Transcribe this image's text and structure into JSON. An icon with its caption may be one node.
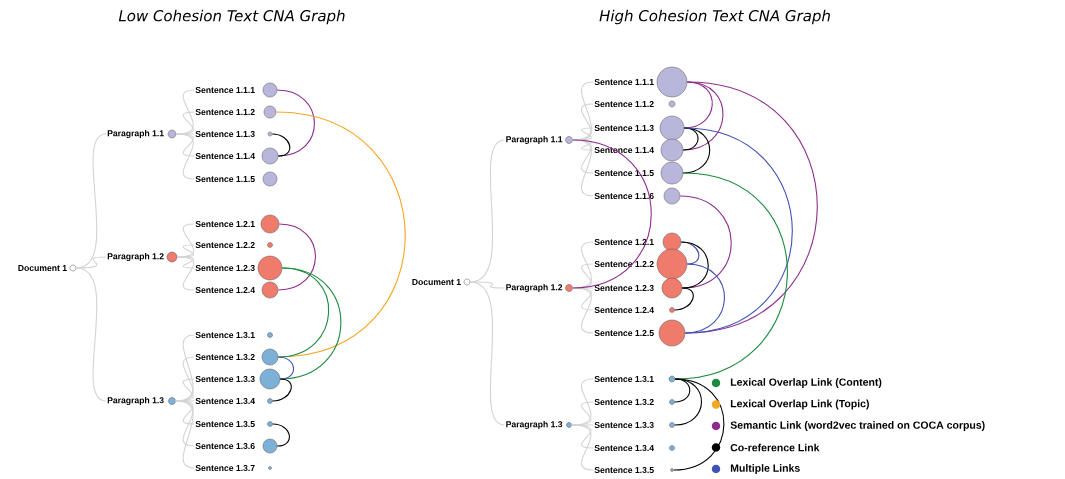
{
  "diagram": {
    "nodes": [
      {
        "text": [
          "Document 1"
        ]
      },
      {
        "text": [
          "Paragraph 1.1"
        ]
      },
      {
        "text": [
          "Sentence 1.1.1"
        ]
      },
      {
        "text": [
          "Sentence 1.1.2"
        ]
      },
      {
        "text": [
          "Sentence 1.1.3"
        ]
      },
      {
        "text": [
          "Sentence 1.1.4"
        ]
      },
      {
        "text": [
          "Sentence 1.1.5"
        ]
      },
      {
        "text": [
          "Paragraph 1.2"
        ]
      },
      {
        "text": [
          "Sentence 1.2.1"
        ]
      },
      {
        "text": [
          "Sentence 1.2.2"
        ]
      },
      {
        "text": [
          "Sentence 1.2.3"
        ]
      },
      {
        "text": [
          "Sentence 1.2.4"
        ]
      },
      {
        "text": [
          "Paragraph 1.3"
        ]
      },
      {
        "text": [
          "Sentence 1.3.1"
        ]
      },
      {
        "text": [
          "Sentence 1.3.2"
        ]
      },
      {
        "text": [
          "Sentence 1.3.3"
        ]
      },
      {
        "text": [
          "Sentence 1.3.4"
        ]
      },
      {
        "text": [
          "Sentence 1.3.5"
        ]
      },
      {
        "text": [
          "Sentence 1.3.6"
        ]
      },
      {
        "text": [
          "Sentence 1.3.7"
        ]
      },
      {
        "text": [
          "Document 1"
        ]
      },
      {
        "text": [
          "Paragraph 1.1"
        ]
      },
      {
        "text": [
          "Sentence 1.1.1"
        ]
      },
      {
        "text": [
          "Sentence 1.1.2"
        ]
      },
      {
        "text": [
          "Sentence 1.1.3"
        ]
      },
      {
        "text": [
          "Sentence 1.1.4"
        ]
      },
      {
        "text": [
          "Sentence 1.1.5"
        ]
      },
      {
        "text": [
          "Sentence 1.1.6"
        ]
      },
      {
        "text": [
          "Paragraph 1.2"
        ]
      },
      {
        "text": [
          "Sentence 1.2.1"
        ]
      },
      {
        "text": [
          "Sentence 1.2.2"
        ]
      },
      {
        "text": [
          "Sentence 1.2.3"
        ]
      },
      {
        "text": [
          "Sentence 1.2.4"
        ]
      },
      {
        "text": [
          "Sentence 1.2.5"
        ]
      },
      {
        "text": [
          "Paragraph 1.3"
        ]
      },
      {
        "text": [
          "Sentence 1.3.1"
        ]
      },
      {
        "text": [
          "Sentence 1.3.2"
        ]
      },
      {
        "text": [
          "Sentence 1.3.3"
        ]
      },
      {
        "text": [
          "Sentence 1.3.4"
        ]
      },
      {
        "text": [
          "Sentence 1.3.5"
        ]
      }
    ],
    "edges": [
      {
        "from": 0,
        "to": 1,
        "arrow": "none"
      },
      {
        "from": 1,
        "to": 2,
        "arrow": "none"
      },
      {
        "from": 1,
        "to": 3,
        "arrow": "none"
      },
      {
        "from": 1,
        "to": 4,
        "arrow": "none"
      },
      {
        "from": 1,
        "to": 5,
        "arrow": "none"
      },
      {
        "from": 1,
        "to": 6,
        "arrow": "none"
      },
      {
        "from": 0,
        "to": 7,
        "arrow": "none"
      },
      {
        "from": 7,
        "to": 8,
        "arrow": "none"
      },
      {
        "from": 7,
        "to": 9,
        "arrow": "none"
      },
      {
        "from": 7,
        "to": 10,
        "arrow": "none"
      },
      {
        "from": 7,
        "to": 11,
        "arrow": "none"
      },
      {
        "from": 0,
        "to": 12,
        "arrow": "none"
      },
      {
        "from": 12,
        "to": 13,
        "arrow": "none"
      },
      {
        "from": 12,
        "to": 14,
        "arrow": "none"
      },
      {
        "from": 12,
        "to": 15,
        "arrow": "none"
      },
      {
        "from": 12,
        "to": 16,
        "arrow": "none"
      },
      {
        "from": 12,
        "to": 17,
        "arrow": "none"
      },
      {
        "from": 12,
        "to": 18,
        "arrow": "none"
      },
      {
        "from": 12,
        "to": 19,
        "arrow": "none"
      },
      {
        "from": 20,
        "to": 21,
        "arrow": "none"
      },
      {
        "from": 21,
        "to": 22,
        "arrow": "none"
      },
      {
        "from": 21,
        "to": 23,
        "arrow": "none"
      },
      {
        "from": 21,
        "to": 24,
        "arrow": "none"
      },
      {
        "from": 21,
        "to": 25,
        "arrow": "none"
      },
      {
        "from": 21,
        "to": 26,
        "arrow": "none"
      },
      {
        "from": 21,
        "to": 27,
        "arrow": "none"
      },
      {
        "from": 20,
        "to": 28,
        "arrow": "none"
      },
      {
        "from": 28,
        "to": 29,
        "arrow": "none"
      },
      {
        "from": 28,
        "to": 30,
        "arrow": "none"
      },
      {
        "from": 28,
        "to": 31,
        "arrow": "none"
      },
      {
        "from": 28,
        "to": 32,
        "arrow": "none"
      },
      {
        "from": 28,
        "to": 33,
        "arrow": "none"
      },
      {
        "from": 20,
        "to": 34,
        "arrow": "none"
      },
      {
        "from": 34,
        "to": 35,
        "arrow": "none"
      },
      {
        "from": 34,
        "to": 36,
        "arrow": "none"
      },
      {
        "from": 34,
        "to": 37,
        "arrow": "none"
      },
      {
        "from": 34,
        "to": 38,
        "arrow": "none"
      },
      {
        "from": 34,
        "to": 39,
        "arrow": "none"
      },
      {
        "from": 2,
        "to": 5,
        "arrow": "none",
        "color": "#8e2c8e"
      },
      {
        "from": 4,
        "to": 5,
        "arrow": "none",
        "color": "#000000"
      },
      {
        "from": 3,
        "to": 14,
        "arrow": "none",
        "color": "#f5a623"
      },
      {
        "from": 8,
        "to": 11,
        "arrow": "none",
        "color": "#8e2c8e"
      },
      {
        "from": 10,
        "to": 14,
        "arrow": "none",
        "color": "#1a8a3c"
      },
      {
        "from": 10,
        "to": 15,
        "arrow": "none",
        "color": "#1a8a3c"
      },
      {
        "from": 14,
        "to": 15,
        "arrow": "none",
        "color": "#3f51b5"
      },
      {
        "from": 15,
        "to": 16,
        "arrow": "none",
        "color": "#000000"
      },
      {
        "from": 17,
        "to": 18,
        "arrow": "none",
        "color": "#000000"
      },
      {
        "from": 22,
        "to": 24,
        "arrow": "none",
        "color": "#8e2c8e"
      },
      {
        "from": 22,
        "to": 25,
        "arrow": "none",
        "color": "#8e2c8e"
      },
      {
        "from": 22,
        "to": 33,
        "arrow": "none",
        "color": "#8e2c8e"
      },
      {
        "from": 24,
        "to": 25,
        "arrow": "none",
        "color": "#000000"
      },
      {
        "from": 24,
        "to": 26,
        "arrow": "none",
        "color": "#000000"
      },
      {
        "from": 24,
        "to": 33,
        "arrow": "none",
        "color": "#3f51b5"
      },
      {
        "from": 26,
        "to": 35,
        "arrow": "none",
        "color": "#1a8a3c"
      },
      {
        "from": 21,
        "to": 28,
        "arrow": "none",
        "color": "#8e2c8e"
      },
      {
        "from": 27,
        "to": 31,
        "arrow": "none",
        "color": "#8e2c8e"
      },
      {
        "from": 29,
        "to": 30,
        "arrow": "none",
        "color": "#3f51b5"
      },
      {
        "from": 29,
        "to": 31,
        "arrow": "none",
        "color": "#000000"
      },
      {
        "from": 30,
        "to": 33,
        "arrow": "none",
        "color": "#3f51b5"
      },
      {
        "from": 31,
        "to": 32,
        "arrow": "none",
        "color": "#000000"
      },
      {
        "from": 35,
        "to": 36,
        "arrow": "none",
        "color": "#000000"
      },
      {
        "from": 35,
        "to": 37,
        "arrow": "none",
        "color": "#000000"
      },
      {
        "from": 35,
        "to": 39,
        "arrow": "none",
        "color": "#000000"
      }
    ],
    "labels": [
      "Low Cohesion Text CNA Graph",
      "High Cohesion Text CNA Graph"
    ],
    "legend": [
      {
        "text": "Lexical Overlap Link (Content)",
        "color": "#1a8a3c"
      },
      {
        "text": "Lexical Overlap Link (Topic)",
        "color": "#f5a623"
      },
      {
        "text": "Semantic Link (word2vec trained on COCA corpus)",
        "color": "#8e2c8e"
      },
      {
        "text": "Co-reference Link",
        "color": "#000000"
      },
      {
        "text": "Multiple Links",
        "color": "#3f51b5"
      }
    ]
  }
}
